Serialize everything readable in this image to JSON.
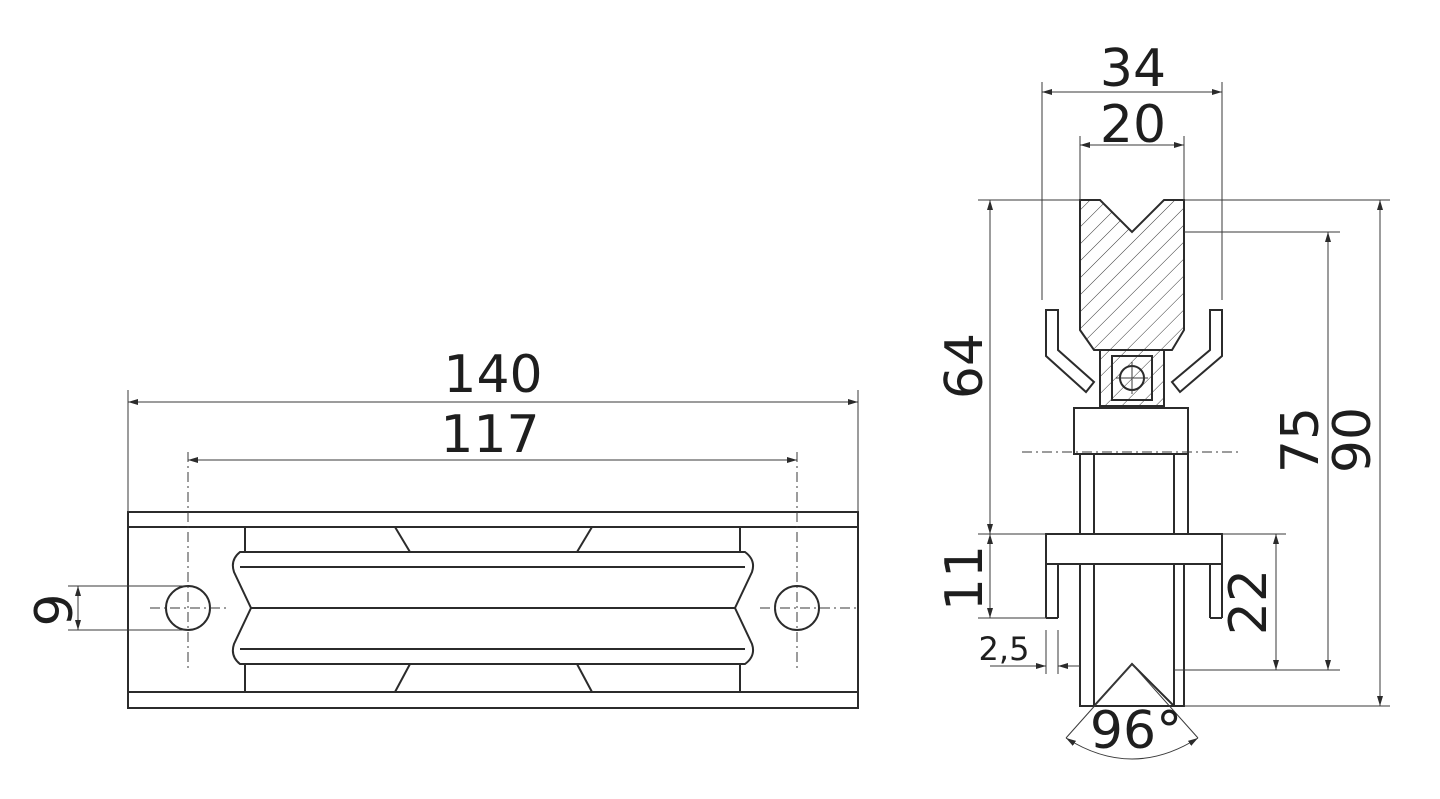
{
  "front_view": {
    "dim_overall_width": "140",
    "dim_hole_spacing": "117",
    "dim_hole_diameter": "9"
  },
  "side_view": {
    "dim_overall_width": "34",
    "dim_wheel_width": "20",
    "dim_64": "64",
    "dim_75": "75",
    "dim_90": "90",
    "dim_11": "11",
    "dim_22": "22",
    "dim_2_5": "2,5",
    "dim_angle": "96°"
  }
}
